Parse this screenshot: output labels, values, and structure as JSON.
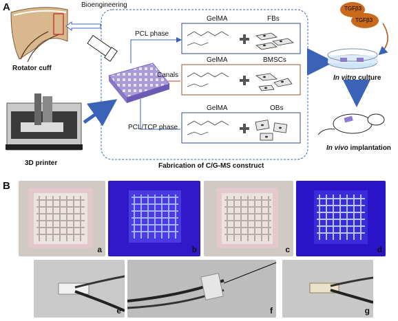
{
  "panel_a": {
    "letter": "A",
    "bioengineering": "Bioengineering",
    "rotator_cuff": "Rotator cuff",
    "printer": "3D printer",
    "fabrication": "Fabrication of C/G-MS construct",
    "pcl_phase": "PCL phase",
    "canals": "Canals",
    "pcl_tcp_phase": "PCL/TCP phase",
    "rows": [
      {
        "material": "GelMA",
        "cell": "FBs"
      },
      {
        "material": "GelMA",
        "cell": "BMSCs"
      },
      {
        "material": "GelMA",
        "cell": "OBs"
      }
    ],
    "tgf1": "TGFβ3",
    "tgf2": "TGFβ3",
    "invitro_em": "In vitro",
    "invitro_rest": " culture",
    "invivo_em": "In vivo",
    "invivo_rest": " implantation",
    "colors": {
      "arrow_blue": "#3a63b8",
      "box_border": "#3a63b8",
      "highlight_red": "#c0392b",
      "uv_blue": "#2d1fd8"
    }
  },
  "panel_b": {
    "letter": "B",
    "photos": [
      {
        "label": "a"
      },
      {
        "label": "b"
      },
      {
        "label": "c"
      },
      {
        "label": "d"
      },
      {
        "label": "e"
      },
      {
        "label": "f"
      },
      {
        "label": "g"
      }
    ]
  }
}
